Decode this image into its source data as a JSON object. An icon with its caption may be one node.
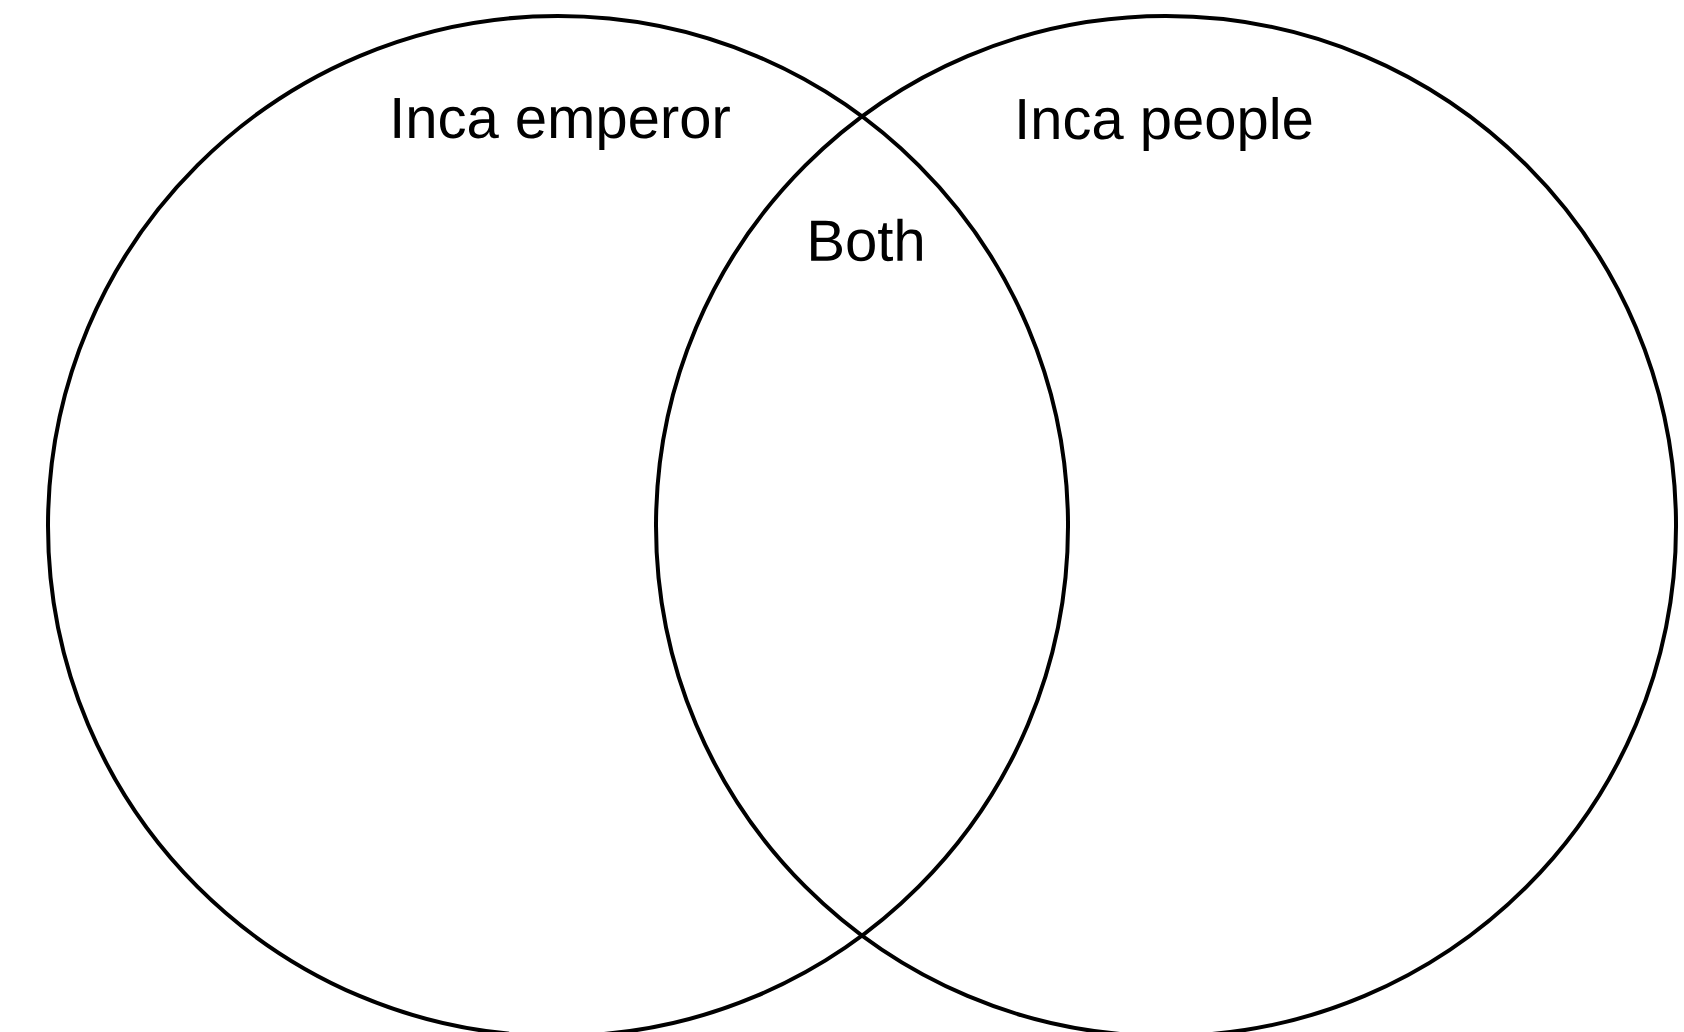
{
  "diagram": {
    "nodes": [
      {
        "text": [
          "Inca emperor"
        ]
      },
      {
        "text": [
          "Inca people"
        ]
      }
    ],
    "edges": [],
    "labels": [
      "Both"
    ]
  }
}
